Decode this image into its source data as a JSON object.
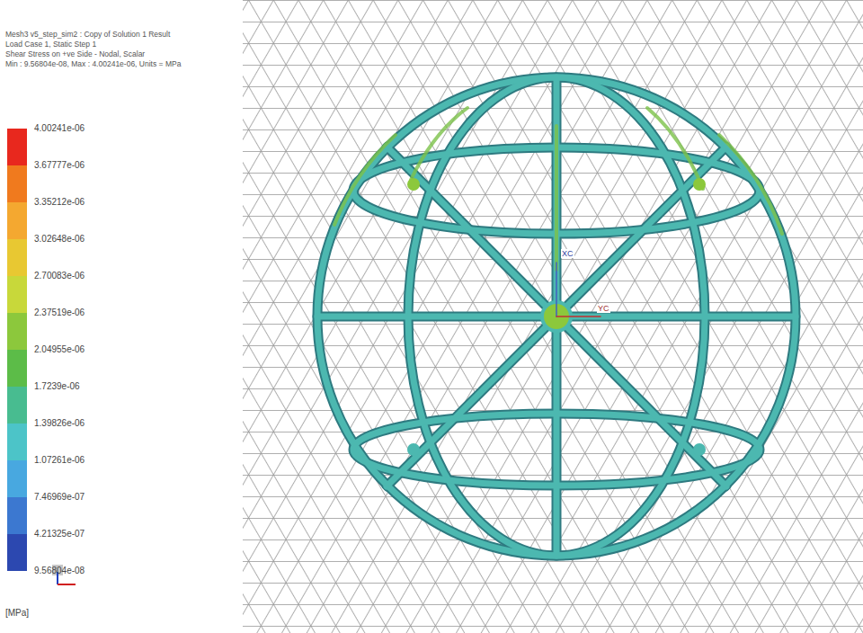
{
  "diagram": {
    "labels": [
      "Mesh3 v5_step_sim2 : Copy of Solution 1 Result",
      "Load Case 1, Static Step 1",
      "Shear Stress on +ve Side - Nodal, Scalar",
      "Min : 9.56804e-08, Max : 4.00241e-06, Units = MPa",
      "4.00241e-06",
      "3.67777e-06",
      "3.35212e-06",
      "3.02648e-06",
      "2.70083e-06",
      "2.37519e-06",
      "2.04955e-06",
      "1.7239e-06",
      "1.39826e-06",
      "1.07261e-06",
      "7.46969e-07",
      "4.21325e-07",
      "9.56804e-08",
      "[MPa]",
      "XC",
      "YC"
    ]
  }
}
